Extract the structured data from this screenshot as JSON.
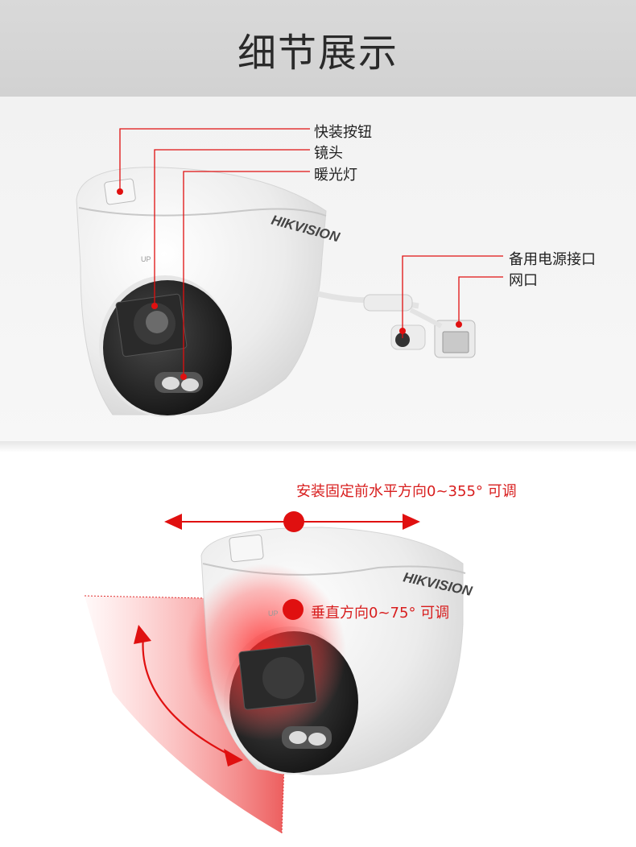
{
  "header": {
    "title": "细节展示"
  },
  "camera_detail": {
    "brand": "HIKVISION",
    "callouts": [
      {
        "label": "快装按钮"
      },
      {
        "label": "镜头"
      },
      {
        "label": "暖光灯"
      },
      {
        "label": "备用电源接口"
      },
      {
        "label": "网口"
      }
    ]
  },
  "adjustment": {
    "brand": "HIKVISION",
    "horizontal_label": "安装固定前水平方向0~355° 可调",
    "vertical_label": "垂直方向0~75° 可调"
  },
  "colors": {
    "accent_red": "#e01010",
    "header_bg": "#d6d6d6"
  }
}
